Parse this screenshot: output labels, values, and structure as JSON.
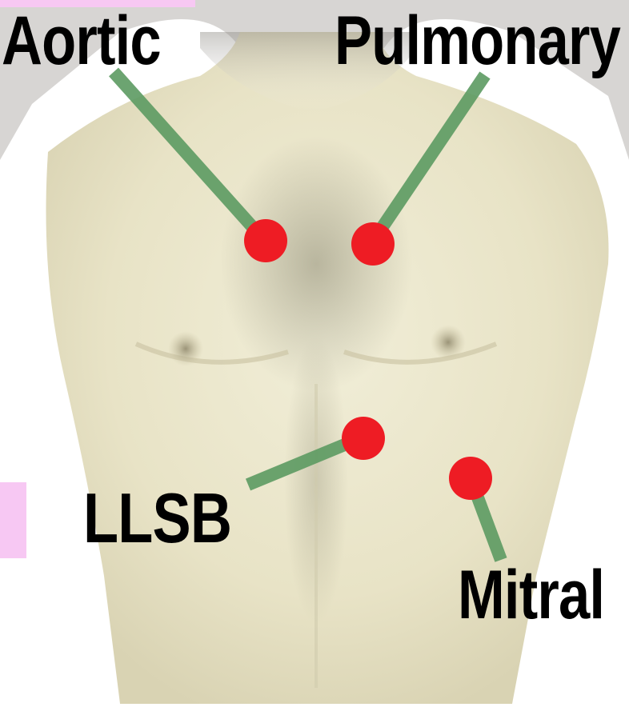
{
  "labels": {
    "aortic": "Aortic",
    "pulmonary": "Pulmonary",
    "llsb": "LLSB",
    "mitral": "Mitral"
  },
  "colors": {
    "marker": "#ee1c24",
    "leader_line": "#5c9a62",
    "skin": "#ece8cf",
    "highlight_box": "#f7c8f3"
  }
}
